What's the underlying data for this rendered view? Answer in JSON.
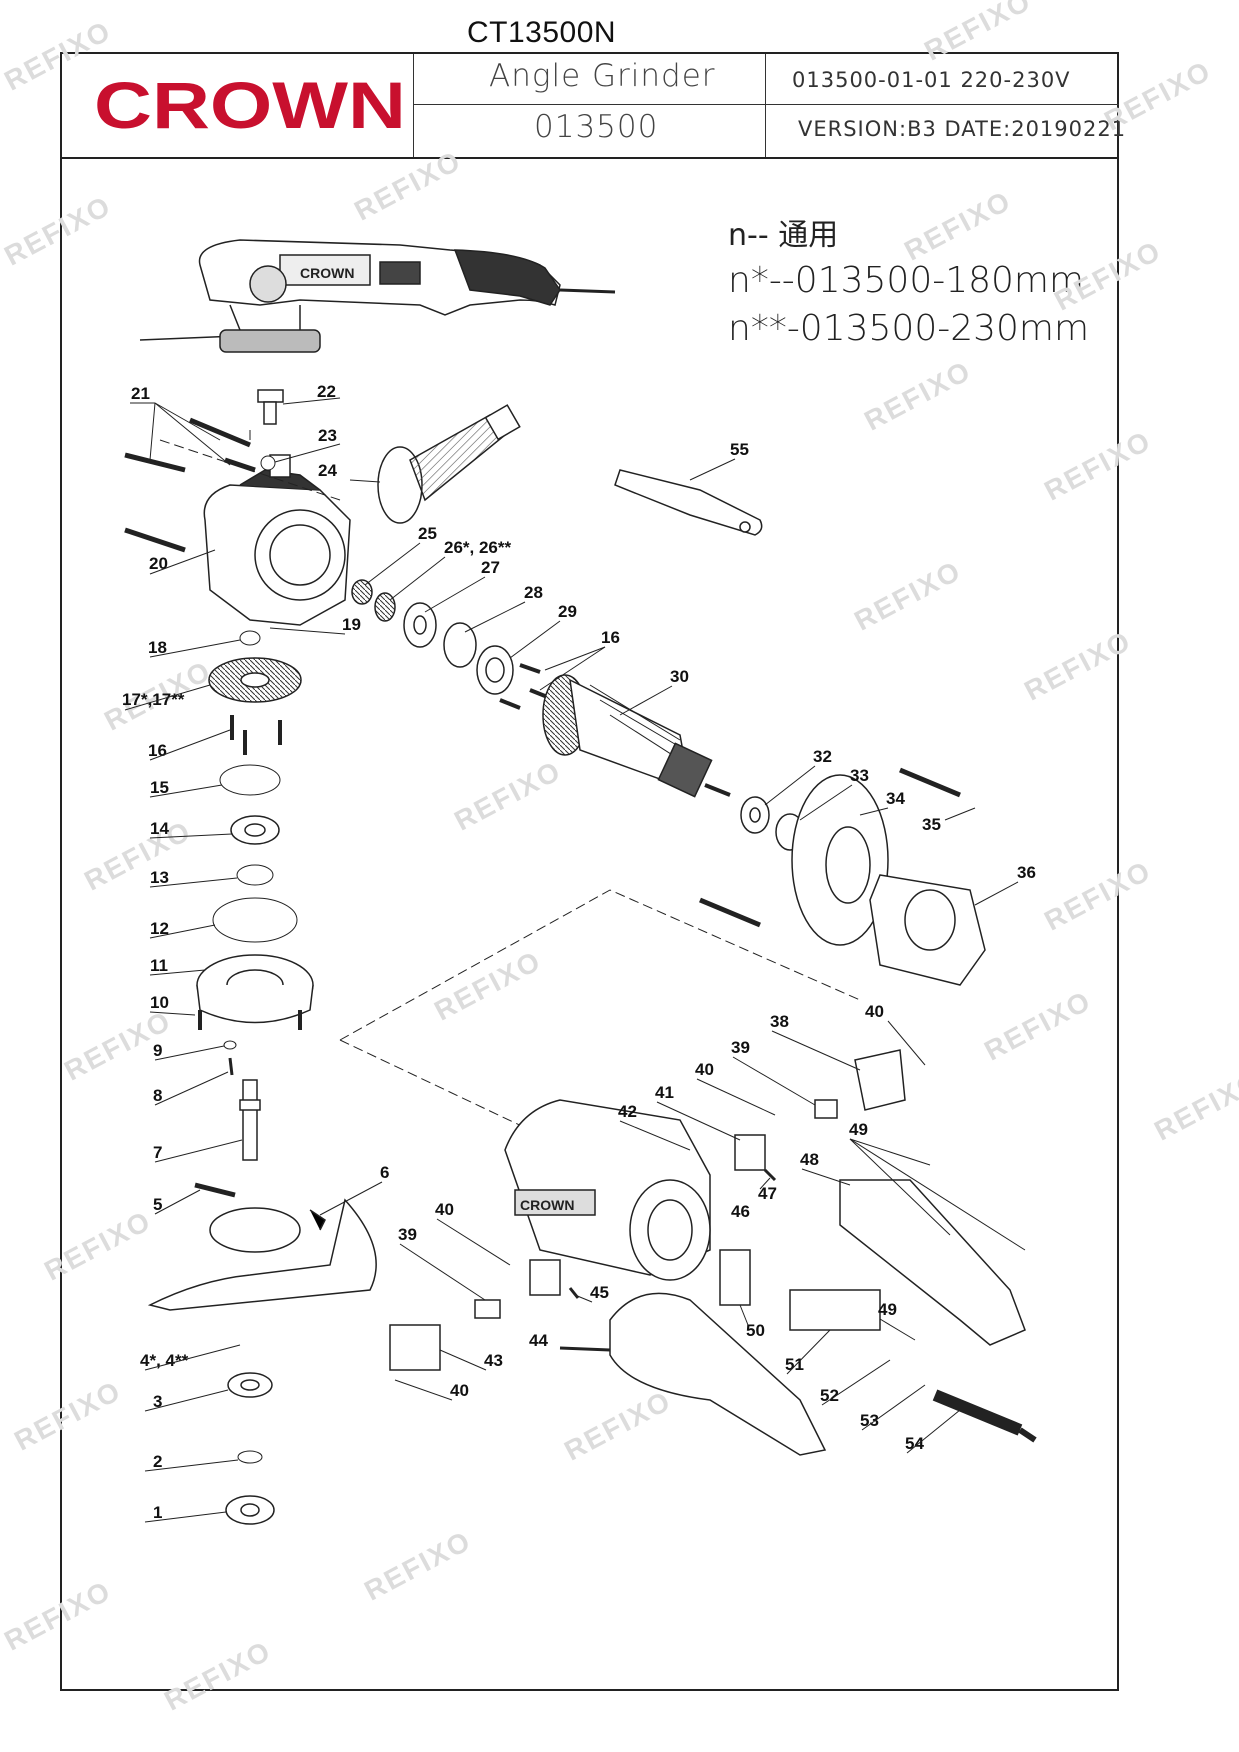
{
  "document": {
    "model_code": "CT13500N",
    "brand": "CROWN",
    "header": {
      "product_name": "Angle  Grinder",
      "model_number": "013500",
      "part_code_voltage": "013500-01-01   220-230V",
      "version_date": "VERSION:B3  DATE:20190221"
    },
    "legend": {
      "line1": "n--  通用",
      "line2": "n*--013500-180mm",
      "line3": "n**-013500-230mm"
    },
    "watermark_text": "REFIXO"
  },
  "part_labels": {
    "p1": "1",
    "p2": "2",
    "p3": "3",
    "p4": "4*, 4**",
    "p5": "5",
    "p6": "6",
    "p7": "7",
    "p8": "8",
    "p9": "9",
    "p10": "10",
    "p11": "11",
    "p12": "12",
    "p13": "13",
    "p14": "14",
    "p15": "15",
    "p16a": "16",
    "p16b": "16",
    "p17": "17*,17**",
    "p18": "18",
    "p19": "19",
    "p20": "20",
    "p21": "21",
    "p22": "22",
    "p23": "23",
    "p24": "24",
    "p25": "25",
    "p26": "26*, 26**",
    "p27": "27",
    "p28": "28",
    "p29": "29",
    "p30": "30",
    "p32": "32",
    "p33": "33",
    "p34": "34",
    "p35": "35",
    "p36": "36",
    "p38": "38",
    "p39a": "39",
    "p39b": "39",
    "p40a": "40",
    "p40b": "40",
    "p40c": "40",
    "p40d": "40",
    "p41": "41",
    "p42": "42",
    "p43": "43",
    "p44": "44",
    "p45": "45",
    "p46": "46",
    "p47": "47",
    "p48": "48",
    "p49a": "49",
    "p49b": "49",
    "p50": "50",
    "p51": "51",
    "p52": "52",
    "p53": "53",
    "p54": "54",
    "p55": "55"
  }
}
